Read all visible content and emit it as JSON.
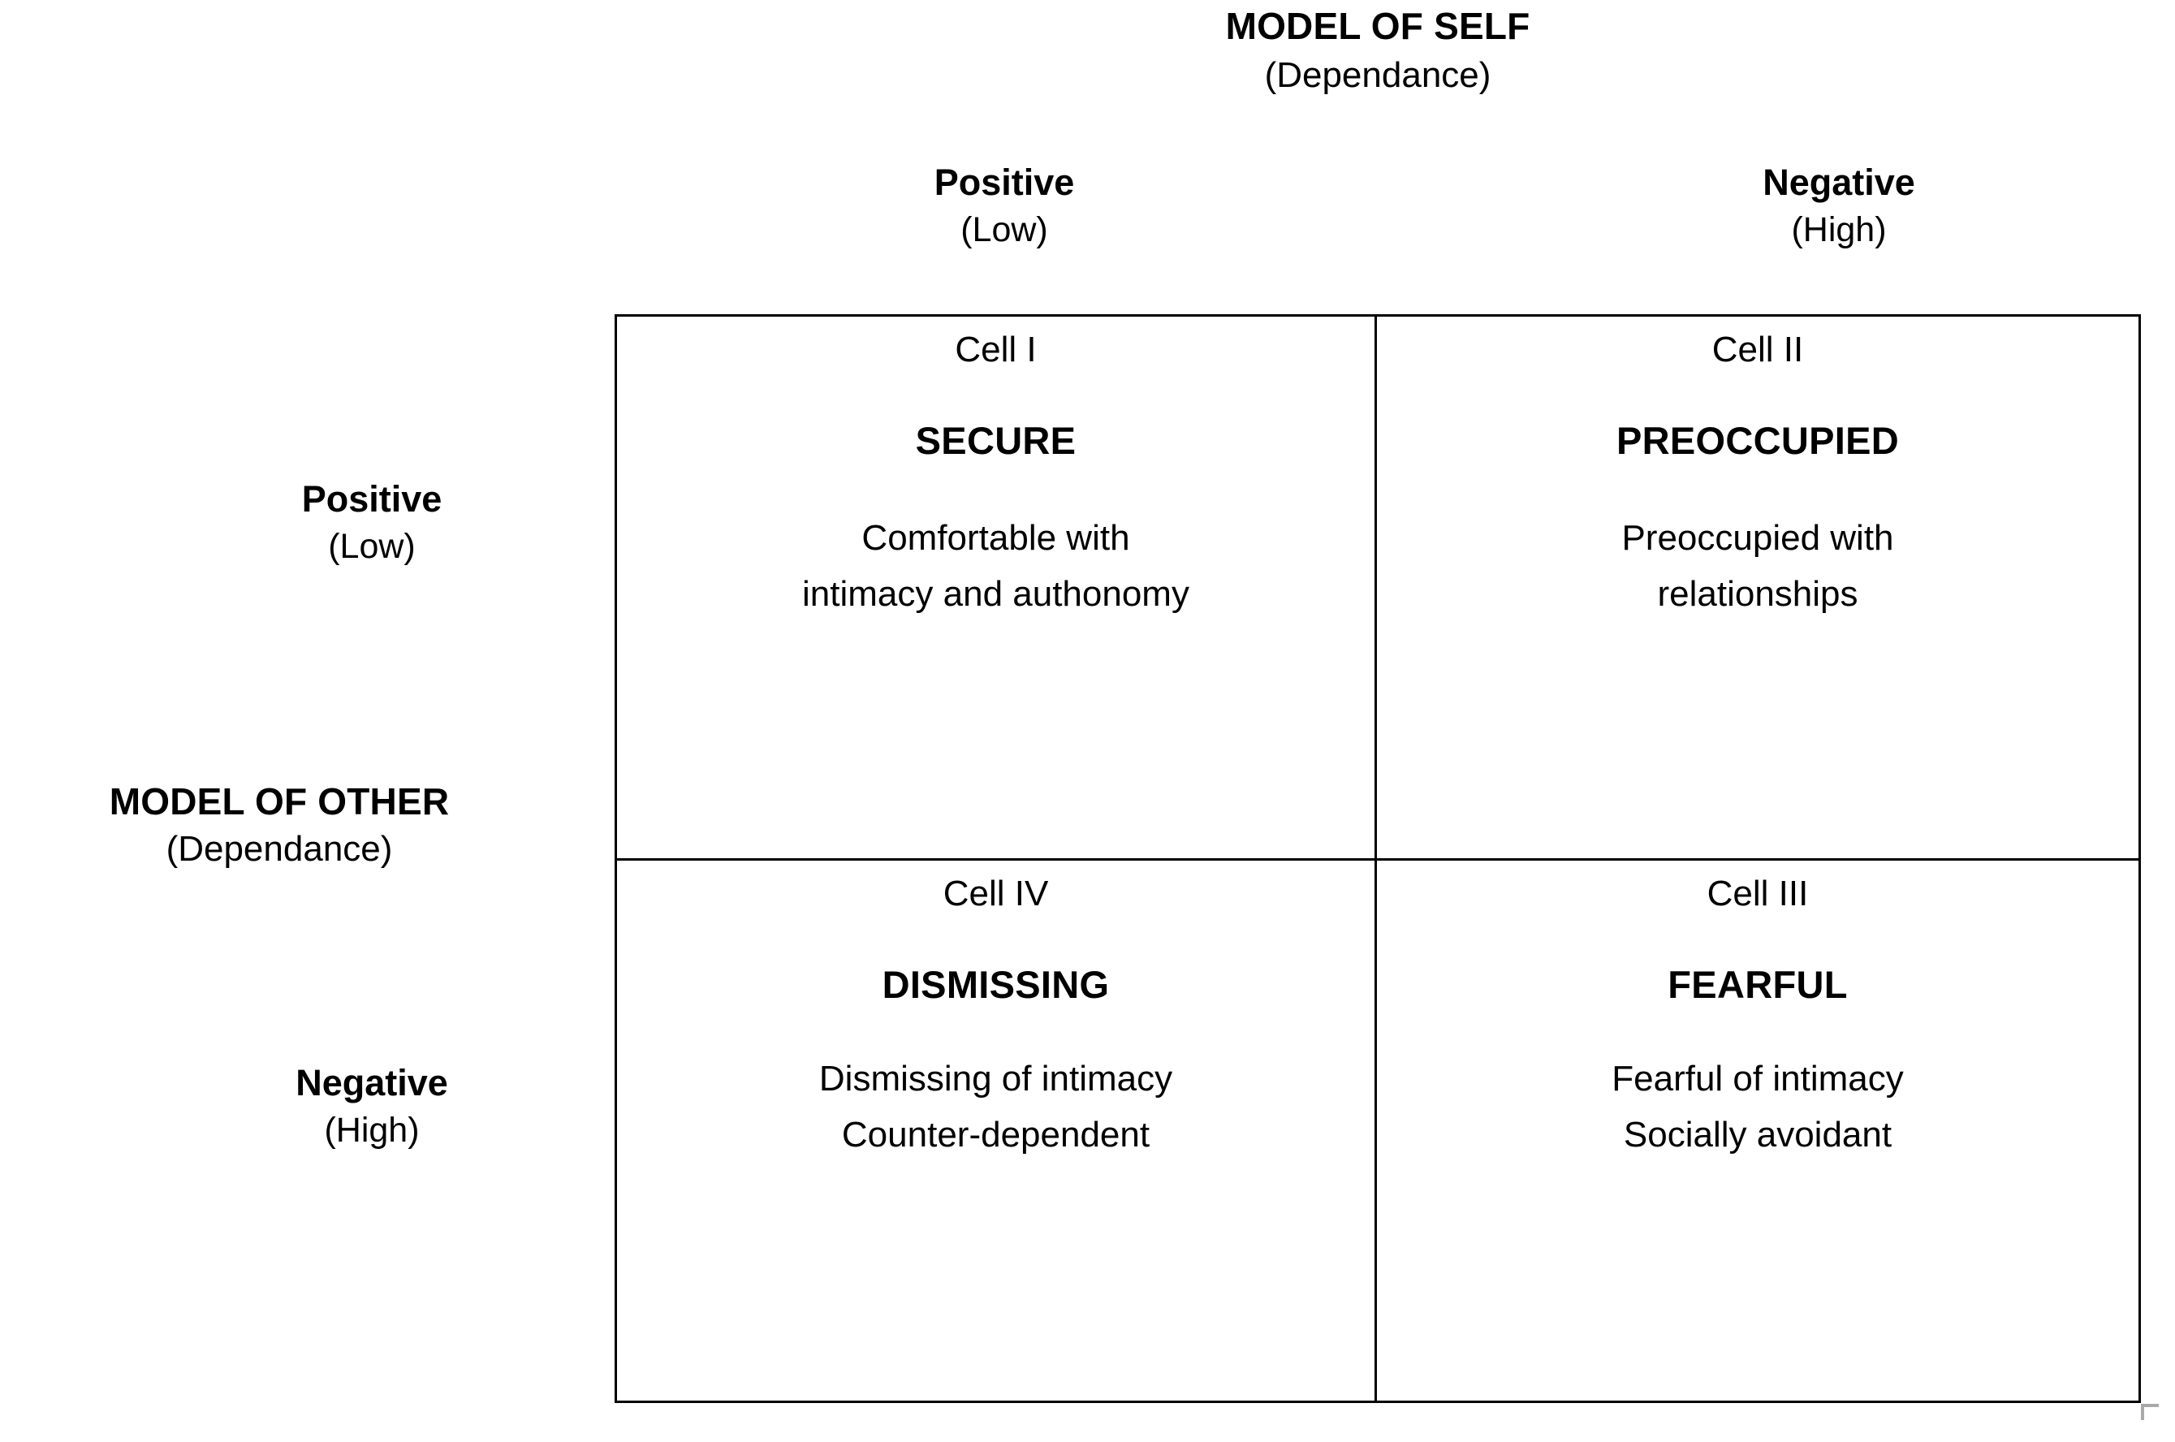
{
  "axes": {
    "top": {
      "main": "MODEL OF SELF",
      "sub": "(Dependance)"
    },
    "left": {
      "main": "MODEL OF OTHER",
      "sub": "(Dependance)"
    }
  },
  "columns": [
    {
      "main": "Positive",
      "sub": "(Low)"
    },
    {
      "main": "Negative",
      "sub": "(High)"
    }
  ],
  "rows": [
    {
      "main": "Positive",
      "sub": "(Low)"
    },
    {
      "main": "Negative",
      "sub": "(High)"
    }
  ],
  "cells": [
    {
      "id": "Cell I",
      "title": "SECURE",
      "desc": "Comfortable with\nintimacy and authonomy"
    },
    {
      "id": "Cell II",
      "title": "PREOCCUPIED",
      "desc": "Preoccupied with\nrelationships"
    },
    {
      "id": "Cell IV",
      "title": "DISMISSING",
      "desc": "Dismissing of intimacy\nCounter-dependent"
    },
    {
      "id": "Cell III",
      "title": "FEARFUL",
      "desc": "Fearful of intimacy\nSocially avoidant"
    }
  ],
  "colors": {
    "text": "#000000",
    "border": "#000000",
    "background": "#ffffff",
    "handle": "#a9a9a9"
  }
}
